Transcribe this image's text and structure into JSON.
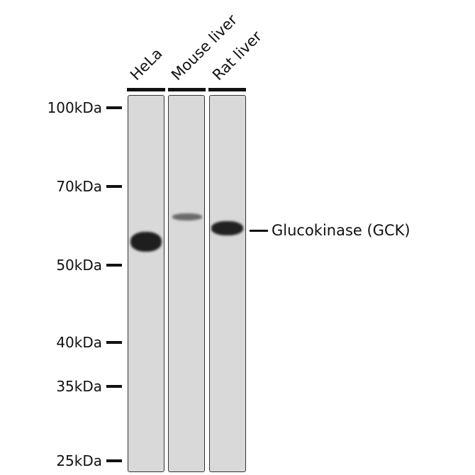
{
  "lanes": [
    {
      "label": "HeLa",
      "band_kda": 56,
      "band_intensity": "strong"
    },
    {
      "label": "Mouse liver",
      "band_kda": 62,
      "band_intensity": "weak"
    },
    {
      "label": "Rat liver",
      "band_kda": 59,
      "band_intensity": "strong"
    }
  ],
  "markers": [
    "100kDa",
    "70kDa",
    "50kDa",
    "40kDa",
    "35kDa",
    "25kDa"
  ],
  "target": {
    "label": "Glucokinase (GCK)"
  }
}
